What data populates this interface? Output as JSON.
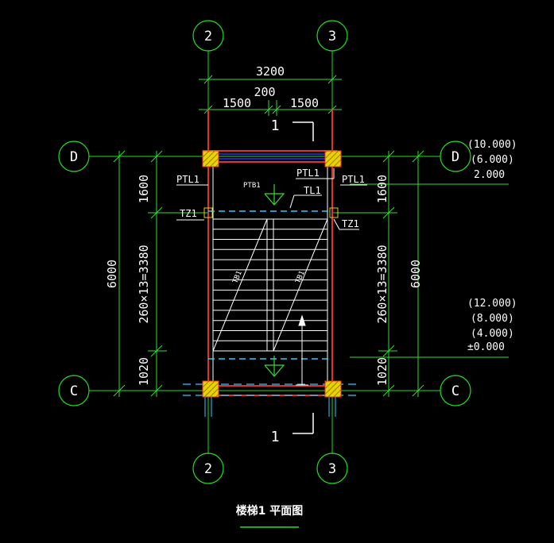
{
  "colors": {
    "background": "#000000",
    "axis_green": "#22dd22",
    "dim_green": "#33dd33",
    "wall_red": "#e03030",
    "white": "#ffffff",
    "blue": "#2233ff",
    "cyan": "#33c8ff",
    "column_yellow": "#e8d200"
  },
  "grid_axes": {
    "top": [
      "2",
      "3"
    ],
    "bottom": [
      "2",
      "3"
    ],
    "left": [
      "D",
      "C"
    ],
    "right": [
      "D",
      "C"
    ]
  },
  "dimensions": {
    "overall_width": "3200",
    "gap": "200",
    "left_flight": "1500",
    "right_flight": "1500",
    "left_total": "6000",
    "left_top": "1600",
    "left_mid": "260×13=3380",
    "left_bottom": "1020",
    "right_top": "1600",
    "right_mid": "260×13=3380",
    "right_bottom": "1020",
    "right_total": "6000"
  },
  "labels": {
    "ptl1_left": "PTL1",
    "ptl1_center": "PTL1",
    "ptl1_right": "PTL1",
    "ptb1": "PTB1",
    "tl1": "TL1",
    "tz1_left": "TZ1",
    "tz1_right": "TZ1",
    "tb1_left": "TB1",
    "tb1_right": "TB1",
    "section_top": "1",
    "section_bottom": "1"
  },
  "elevations": {
    "upper": [
      "(10.000)",
      "(6.000)",
      "2.000"
    ],
    "lower": [
      "(12.000)",
      "(8.000)",
      "(4.000)",
      "±0.000"
    ]
  },
  "title": "楼梯1 平面图"
}
